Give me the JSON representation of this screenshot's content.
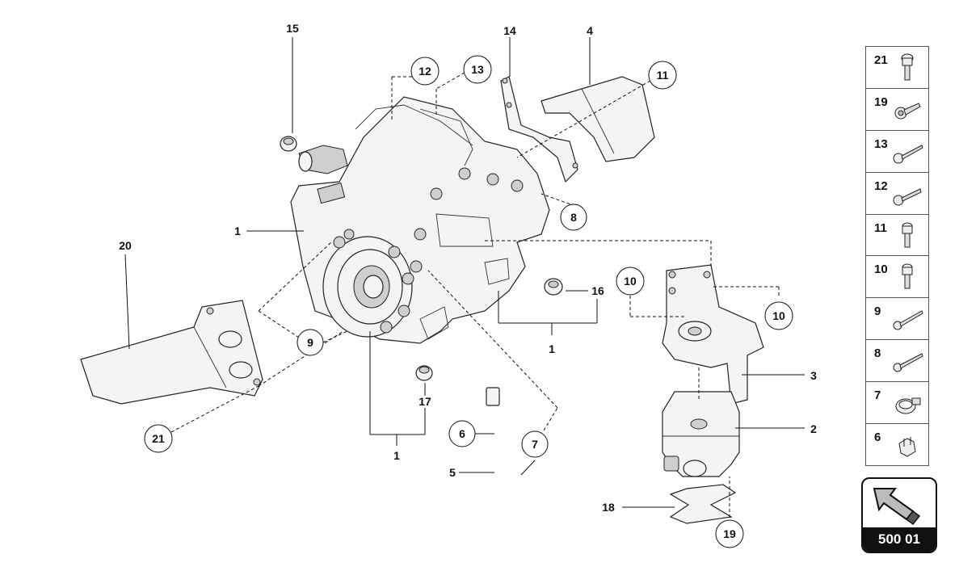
{
  "callouts": {
    "c1a": "1",
    "c1b": "1",
    "c1c": "1",
    "c2": "2",
    "c3": "3",
    "c4": "4",
    "c5": "5",
    "c6": "6",
    "c7": "7",
    "c8": "8",
    "c9": "9",
    "c10a": "10",
    "c10b": "10",
    "c11": "11",
    "c12": "12",
    "c13": "13",
    "c14": "14",
    "c15": "15",
    "c16": "16",
    "c17": "17",
    "c18": "18",
    "c19": "19",
    "c20": "20",
    "c21": "21"
  },
  "legend": {
    "items": [
      {
        "label": "21",
        "icon": "hex-socket-bolt-icon"
      },
      {
        "label": "19",
        "icon": "flange-bolt-icon"
      },
      {
        "label": "13",
        "icon": "hex-bolt-long-icon"
      },
      {
        "label": "12",
        "icon": "hex-bolt-icon"
      },
      {
        "label": "11",
        "icon": "socket-screw-icon"
      },
      {
        "label": "10",
        "icon": "socket-screw-icon"
      },
      {
        "label": "9",
        "icon": "long-socket-bolt-icon"
      },
      {
        "label": "8",
        "icon": "hex-stud-bolt-icon"
      },
      {
        "label": "7",
        "icon": "hose-clamp-icon"
      },
      {
        "label": "6",
        "icon": "clip-icon"
      }
    ]
  },
  "badge": {
    "code": "500 01",
    "icon": "arrow-icon"
  }
}
